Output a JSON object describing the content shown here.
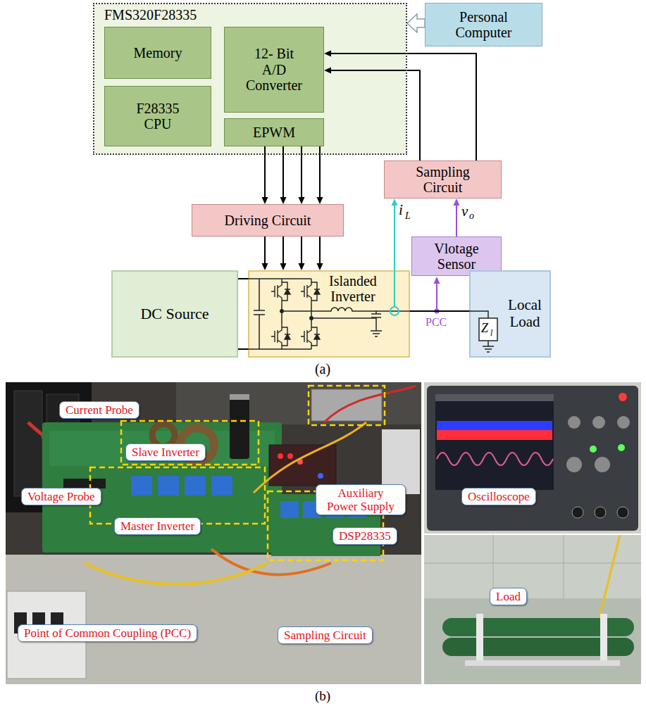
{
  "diagram": {
    "nodes": [
      {
        "text": [
          "FMS320F28335"
        ]
      },
      {
        "text": [
          "Memory"
        ],
        "in": 0
      },
      {
        "text": [
          "12- Bit A/D Converter"
        ],
        "in": 0
      },
      {
        "text": [
          "F28335 CPU"
        ],
        "in": 0
      },
      {
        "text": [
          "EPWM"
        ],
        "in": 0
      },
      {
        "text": [
          "Personal Computer"
        ]
      },
      {
        "text": [
          "Sampling Circuit"
        ]
      },
      {
        "text": [
          "Driving Circuit"
        ]
      },
      {
        "text": [
          "Vlotage Sensor"
        ]
      },
      {
        "text": [
          "DC Source"
        ]
      },
      {
        "text": [
          "Islanded Inverter"
        ]
      },
      {
        "text": [
          "Local Load"
        ]
      },
      {
        "text": [
          "Current Probe"
        ]
      },
      {
        "text": [
          "Slave Inverter"
        ]
      },
      {
        "text": [
          "Voltage Probe"
        ]
      },
      {
        "text": [
          "Master Inverter"
        ]
      },
      {
        "text": [
          "Point of Common Coupling (PCC)"
        ]
      },
      {
        "text": [
          "Auxiliary Power Supply"
        ]
      },
      {
        "text": [
          "DSP28335"
        ]
      },
      {
        "text": [
          "Sampling Circuit"
        ]
      },
      {
        "text": [
          "Oscilloscope"
        ]
      },
      {
        "text": [
          "Load"
        ]
      }
    ],
    "edges": [
      {
        "from": 5,
        "to": 0,
        "arrow": "to"
      },
      {
        "from": 6,
        "to": 2,
        "arrow": "to"
      },
      {
        "from": 6,
        "to": 2,
        "arrow": "to"
      },
      {
        "from": 4,
        "to": 7,
        "arrow": "to"
      },
      {
        "from": 4,
        "to": 7,
        "arrow": "to"
      },
      {
        "from": 4,
        "to": 7,
        "arrow": "to"
      },
      {
        "from": 4,
        "to": 7,
        "arrow": "to"
      },
      {
        "from": 7,
        "to": 10,
        "arrow": "to"
      },
      {
        "from": 7,
        "to": 10,
        "arrow": "to"
      },
      {
        "from": 7,
        "to": 10,
        "arrow": "to"
      },
      {
        "from": 7,
        "to": 10,
        "arrow": "to"
      },
      {
        "from": 8,
        "to": 6,
        "arrow": "to"
      },
      {
        "from": 10,
        "to": 6,
        "arrow": "to"
      },
      {
        "from": 9,
        "to": 10,
        "arrow": "none"
      },
      {
        "from": 9,
        "to": 10,
        "arrow": "none"
      },
      {
        "from": 10,
        "to": 11,
        "arrow": "none"
      }
    ],
    "labels": [
      "i",
      "L",
      "v",
      "o",
      "PCC",
      "Z",
      "l",
      "(a)",
      "(b)"
    ]
  }
}
